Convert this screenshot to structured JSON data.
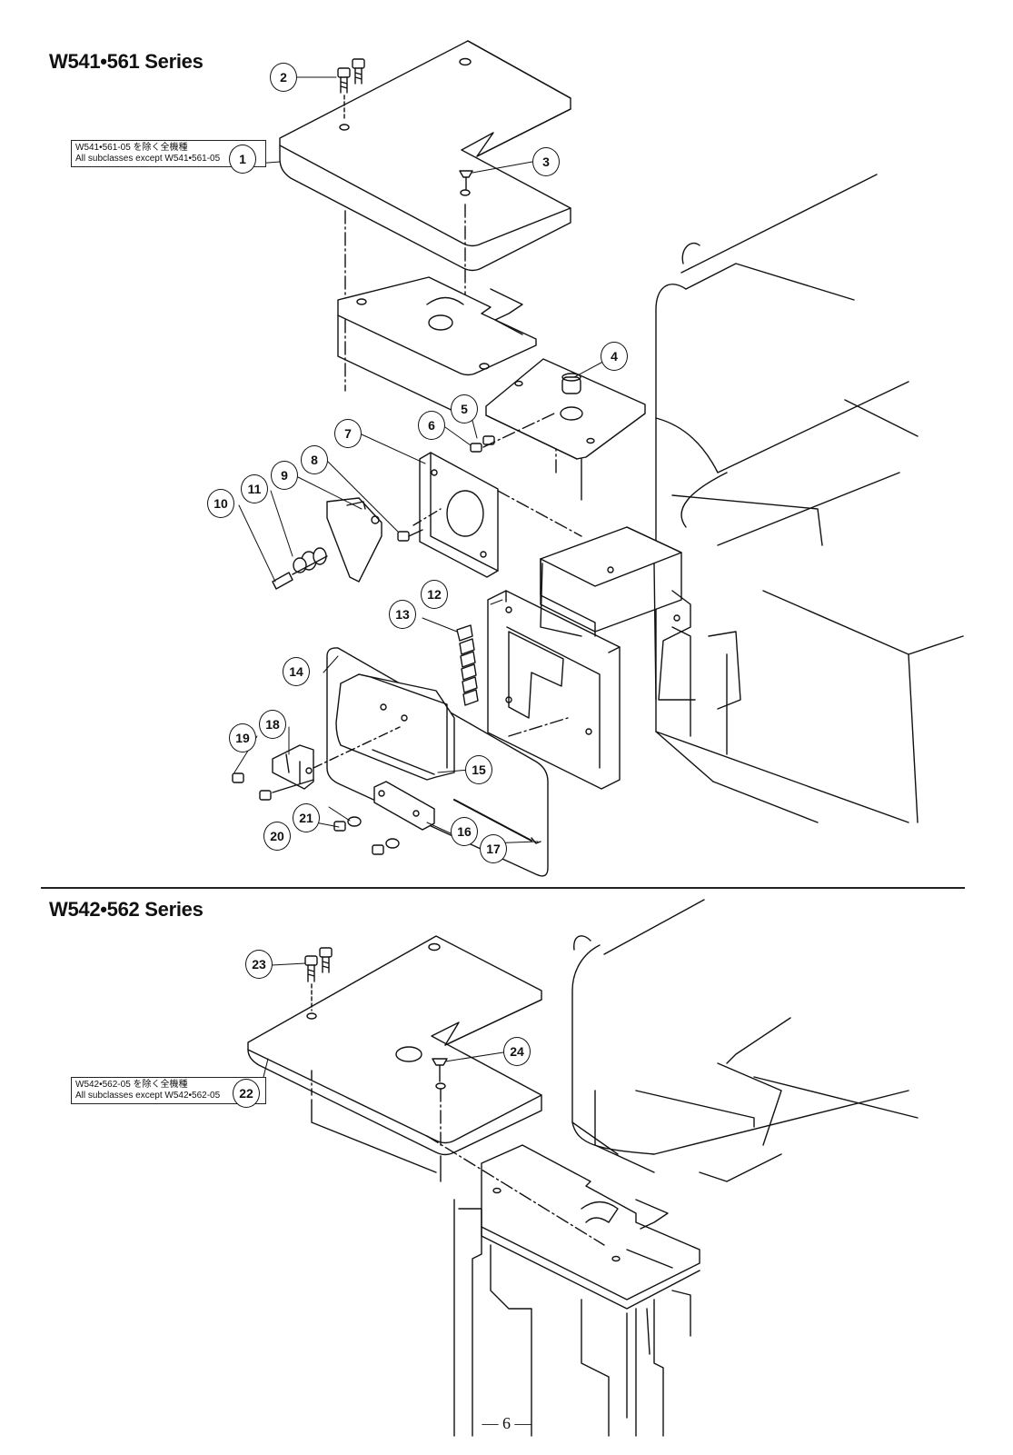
{
  "sections": [
    {
      "title": "W541•561 Series",
      "note_line1": "W541•561-05 を除く全機種",
      "note_line2": "All subclasses except W541•561-05"
    },
    {
      "title": "W542•562 Series",
      "note_line1": "W542•562-05 を除く全機種",
      "note_line2": "All subclasses except W542•562-05"
    }
  ],
  "callouts": [
    "1",
    "2",
    "3",
    "4",
    "5",
    "6",
    "7",
    "8",
    "9",
    "10",
    "11",
    "12",
    "13",
    "14",
    "15",
    "16",
    "17",
    "18",
    "19",
    "20",
    "21",
    "22",
    "23",
    "24"
  ],
  "page_number": "— 6 —"
}
